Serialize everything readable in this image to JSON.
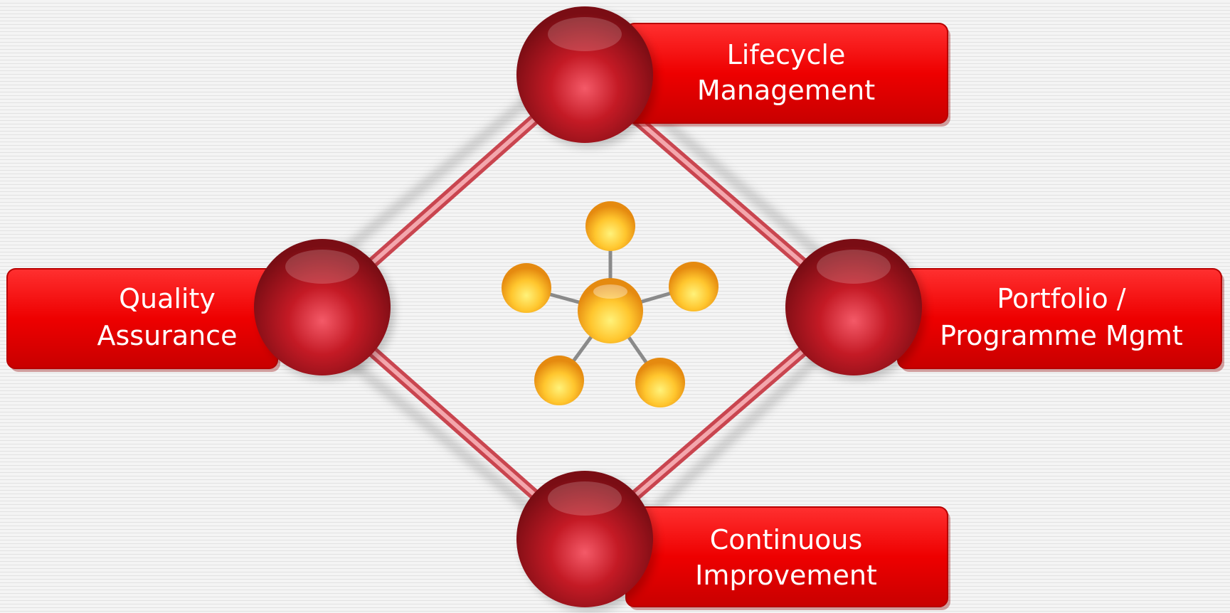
{
  "nodes": {
    "top": {
      "line1": "Lifecycle",
      "line2": "Management"
    },
    "left": {
      "line1": "Quality",
      "line2": "Assurance"
    },
    "right": {
      "line1": "Portfolio /",
      "line2": "Programme Mgmt"
    },
    "bottom": {
      "line1": "Continuous",
      "line2": "Improvement"
    }
  },
  "center_icon": "network-hub-icon",
  "colors": {
    "box_red": "#ee0000",
    "sphere_red": "#b3141c",
    "connector_pink": "#e8737c",
    "hub_yellow": "#ffc62e"
  }
}
